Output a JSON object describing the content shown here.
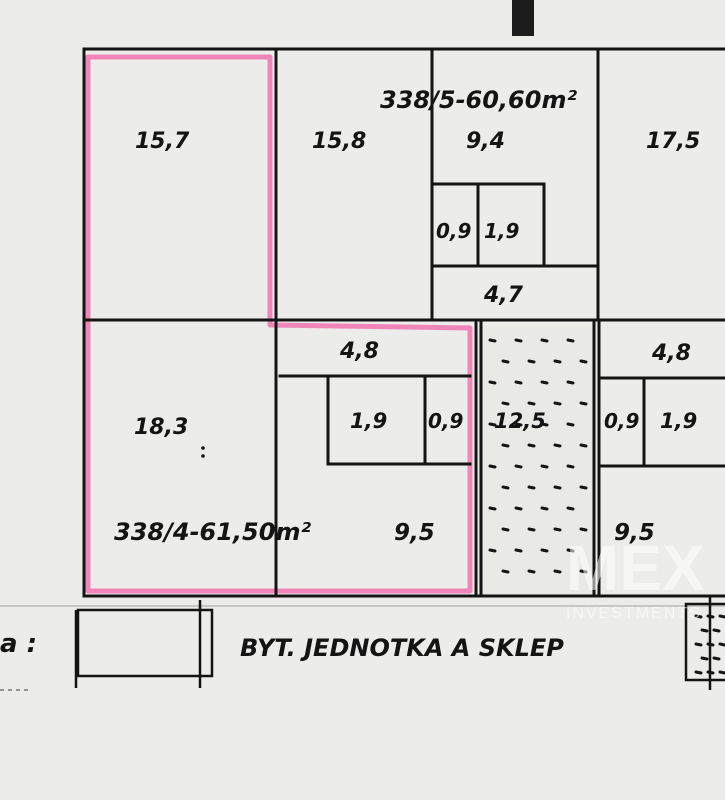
{
  "plan": {
    "unit_labels": {
      "upper": "338/5-60,60m²",
      "lower": "338/4-61,50m²"
    },
    "room_areas": {
      "r1": "15,7",
      "r2": "15,8",
      "r3": "9,4",
      "r4": "17,5",
      "r5": "0,9",
      "r6": "1,9",
      "r7": "4,7",
      "r8": "4,8",
      "r9": "4,8",
      "r10": "18,3",
      "r11": "1,9",
      "r12": "0,9",
      "r13": "12,5",
      "r14": "0,9",
      "r15": "1,9",
      "r16": "9,5",
      "r17": "9,5"
    }
  },
  "legend": {
    "prefix": "a :",
    "label": "BYT. JEDNOTKA A SKLEP"
  },
  "watermark": {
    "brand": "MEX",
    "sub": "INVESTMENTS"
  },
  "colors": {
    "paper": "#ececea",
    "ink": "#141414",
    "highlight": "#f07ab4"
  }
}
